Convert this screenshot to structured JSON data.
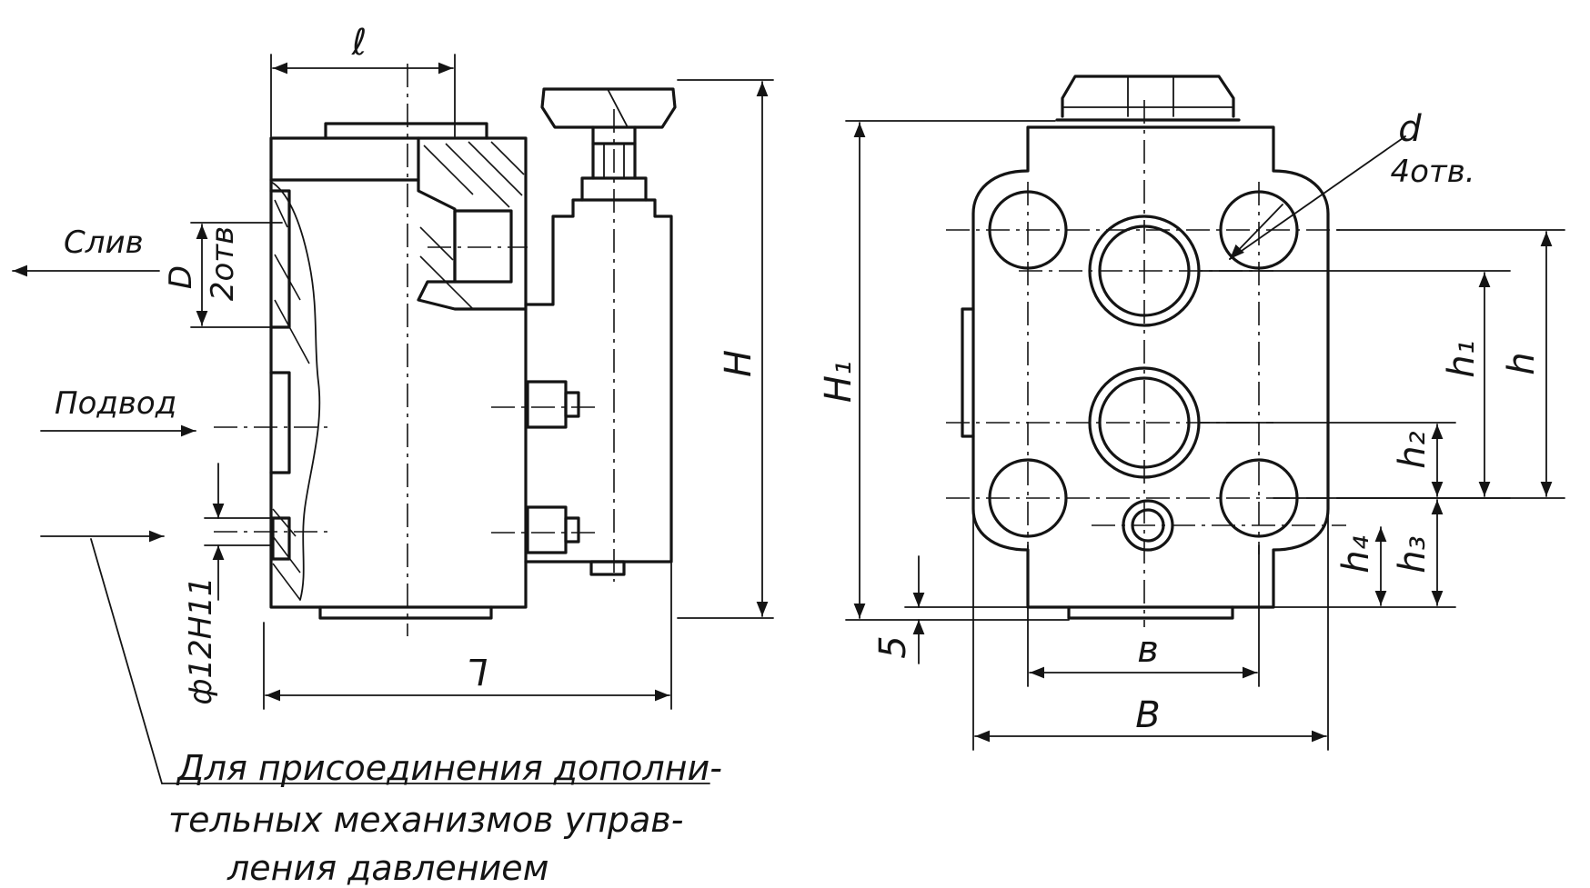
{
  "labels": {
    "l": "ℓ",
    "H": "H",
    "L": "L",
    "D": "D",
    "D_holes": "2отв",
    "H1": "H₁",
    "h": "h",
    "h1": "h₁",
    "h2": "h₂",
    "h3": "h₃",
    "h4": "h₄",
    "d": "d",
    "d_holes": "4отв.",
    "five": "5",
    "b": "в",
    "B": "B",
    "bore": "ф12Н11"
  },
  "side_labels": {
    "drain": "Слив",
    "supply": "Подвод"
  },
  "note": {
    "line1": "Для присоединения дополни-",
    "line2": "тельных механизмов управ-",
    "line3": "ления давлением"
  },
  "colors": {
    "ink": "#141414",
    "paper": "#ffffff"
  }
}
